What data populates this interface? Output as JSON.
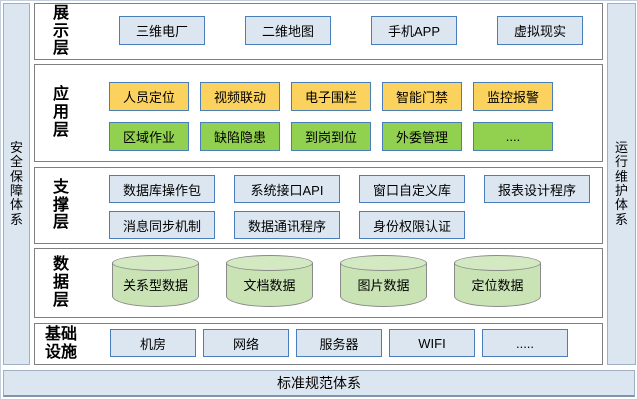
{
  "frame": {
    "left_rail": "安全保障体系",
    "right_rail": "运行维护体系",
    "bottom_bar": "标准规范体系"
  },
  "layers": [
    {
      "label": "展示层",
      "rows": [
        [
          "三维电厂",
          "二维地图",
          "手机APP",
          "虚拟现实"
        ]
      ]
    },
    {
      "label": "应用层",
      "rows": [
        [
          "人员定位",
          "视频联动",
          "电子围栏",
          "智能门禁",
          "监控报警"
        ],
        [
          "区域作业",
          "缺陷隐患",
          "到岗到位",
          "外委管理",
          "...."
        ]
      ]
    },
    {
      "label": "支撑层",
      "rows": [
        [
          "数据库操作包",
          "系统接口API",
          "窗口自定义库",
          "报表设计程序"
        ],
        [
          "消息同步机制",
          "数据通讯程序",
          "身份权限认证"
        ]
      ]
    },
    {
      "label": "数据层",
      "rows": [
        [
          "关系型数据",
          "文档数据",
          "图片数据",
          "定位数据"
        ]
      ]
    },
    {
      "label": "基础设施",
      "rows": [
        [
          "机房",
          "网络",
          "服务器",
          "WIFI",
          "....."
        ]
      ]
    }
  ],
  "colors": {
    "rail_fill": "#dce6f1",
    "layer_border": "#7f7f7f",
    "box_blue_fill": "#dce6f1",
    "box_yellow_fill": "#fbd25e",
    "box_green_fill": "#92d050",
    "box_border_blue": "#4a7ebb",
    "cylinder_fill": "#c9e3b4",
    "cylinder_border": "#8a8a8a"
  }
}
